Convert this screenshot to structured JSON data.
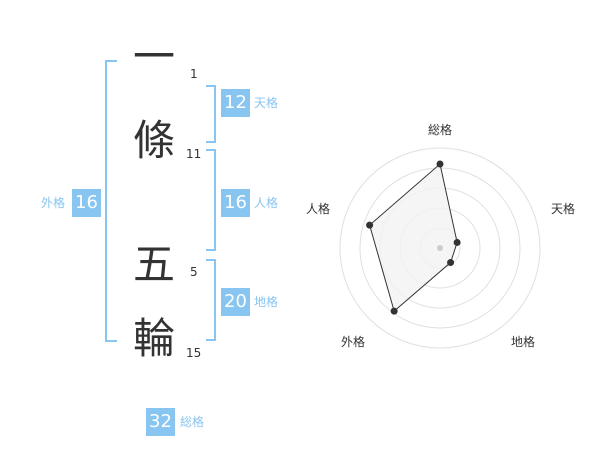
{
  "name": {
    "chars": [
      {
        "char": "一",
        "strokes": "1"
      },
      {
        "char": "條",
        "strokes": "11"
      },
      {
        "char": "五",
        "strokes": "5"
      },
      {
        "char": "輪",
        "strokes": "15"
      }
    ]
  },
  "fortunes": {
    "tenkaku": {
      "value": "12",
      "label": "天格"
    },
    "jinkaku": {
      "value": "16",
      "label": "人格"
    },
    "chikaku": {
      "value": "20",
      "label": "地格"
    },
    "gaikaku": {
      "value": "16",
      "label": "外格"
    },
    "soukaku": {
      "value": "32",
      "label": "総格"
    }
  },
  "colors": {
    "accent": "#88c5f0",
    "text": "#333333",
    "radar_fill": "#f2f2f2",
    "ring": "#e0e0e0"
  },
  "chart_data": {
    "type": "radar",
    "axes": [
      "総格",
      "天格",
      "地格",
      "外格",
      "人格"
    ],
    "rings": 5,
    "values": [
      4.2,
      0.9,
      0.9,
      3.9,
      3.7
    ],
    "max": 5
  }
}
